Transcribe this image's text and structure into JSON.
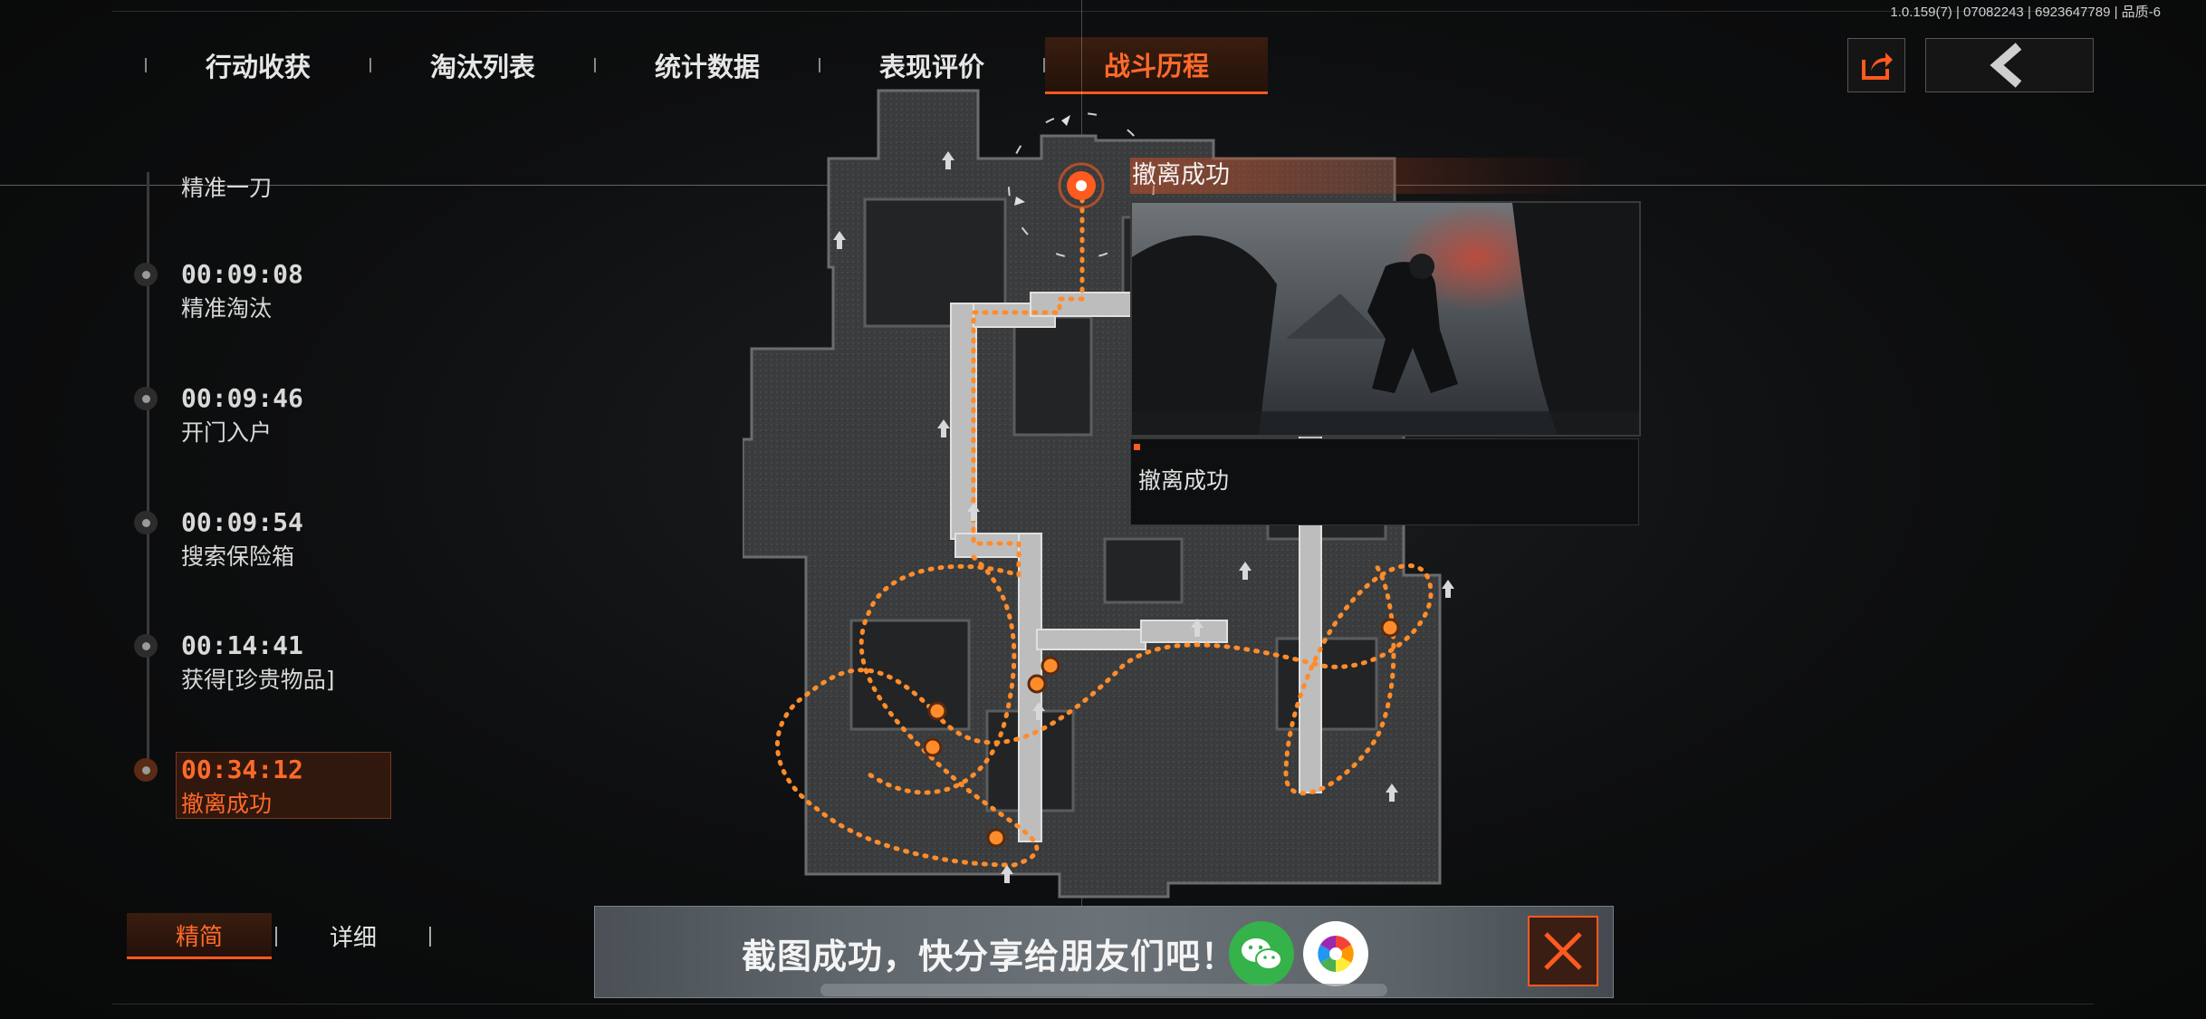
{
  "version_info": "1.0.159(7) | 07082243 | 6923647789 | 品质-6",
  "tabs": [
    {
      "label": "行动收获",
      "active": false
    },
    {
      "label": "淘汰列表",
      "active": false
    },
    {
      "label": "统计数据",
      "active": false
    },
    {
      "label": "表现评价",
      "active": false
    },
    {
      "label": "战斗历程",
      "active": true
    }
  ],
  "top_right": {
    "share_icon": "share-icon",
    "back_icon": "back-chevron-icon"
  },
  "timeline": {
    "partial_top_label": "精准一刀",
    "items": [
      {
        "time": "00:09:08",
        "label": "精准淘汰",
        "active": false
      },
      {
        "time": "00:09:46",
        "label": "开门入户",
        "active": false
      },
      {
        "time": "00:09:54",
        "label": "搜索保险箱",
        "active": false
      },
      {
        "time": "00:14:41",
        "label": "获得[珍贵物品]",
        "active": false
      },
      {
        "time": "00:34:12",
        "label": "撤离成功",
        "active": true
      }
    ]
  },
  "callout": {
    "title": "撤离成功",
    "box_label": "撤离成功"
  },
  "view_mode": {
    "options": [
      "精简",
      "详细"
    ],
    "selected": "精简"
  },
  "share_banner": {
    "message": "截图成功，快分享给朋友们吧！",
    "icons": [
      "wechat-icon",
      "moments-icon"
    ],
    "close_icon": "close-icon"
  },
  "colors": {
    "accent": "#ff5a1f",
    "accent_text": "#ff6a2a",
    "path": "#ff8c2a"
  }
}
